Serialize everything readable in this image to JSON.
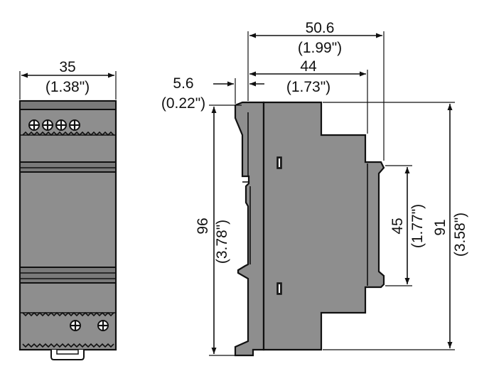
{
  "dimensions": {
    "front_width": {
      "value": "35",
      "inch": "(1.38\")"
    },
    "side_total_depth": {
      "value": "50.6",
      "inch": "(1.99\")"
    },
    "side_body_depth": {
      "value": "44",
      "inch": "(1.73\")"
    },
    "rail_offset": {
      "value": "5.6",
      "inch": "(0.22\")"
    },
    "overall_height": {
      "value": "96",
      "inch": "(3.78\")"
    },
    "front_step_height": {
      "value": "45",
      "inch": "(1.77\")"
    },
    "body_height": {
      "value": "91",
      "inch": "(3.58\")"
    }
  },
  "colors": {
    "housing": "#8e8e8e",
    "housing_band": "#7a7a7a",
    "line": "#111111"
  }
}
